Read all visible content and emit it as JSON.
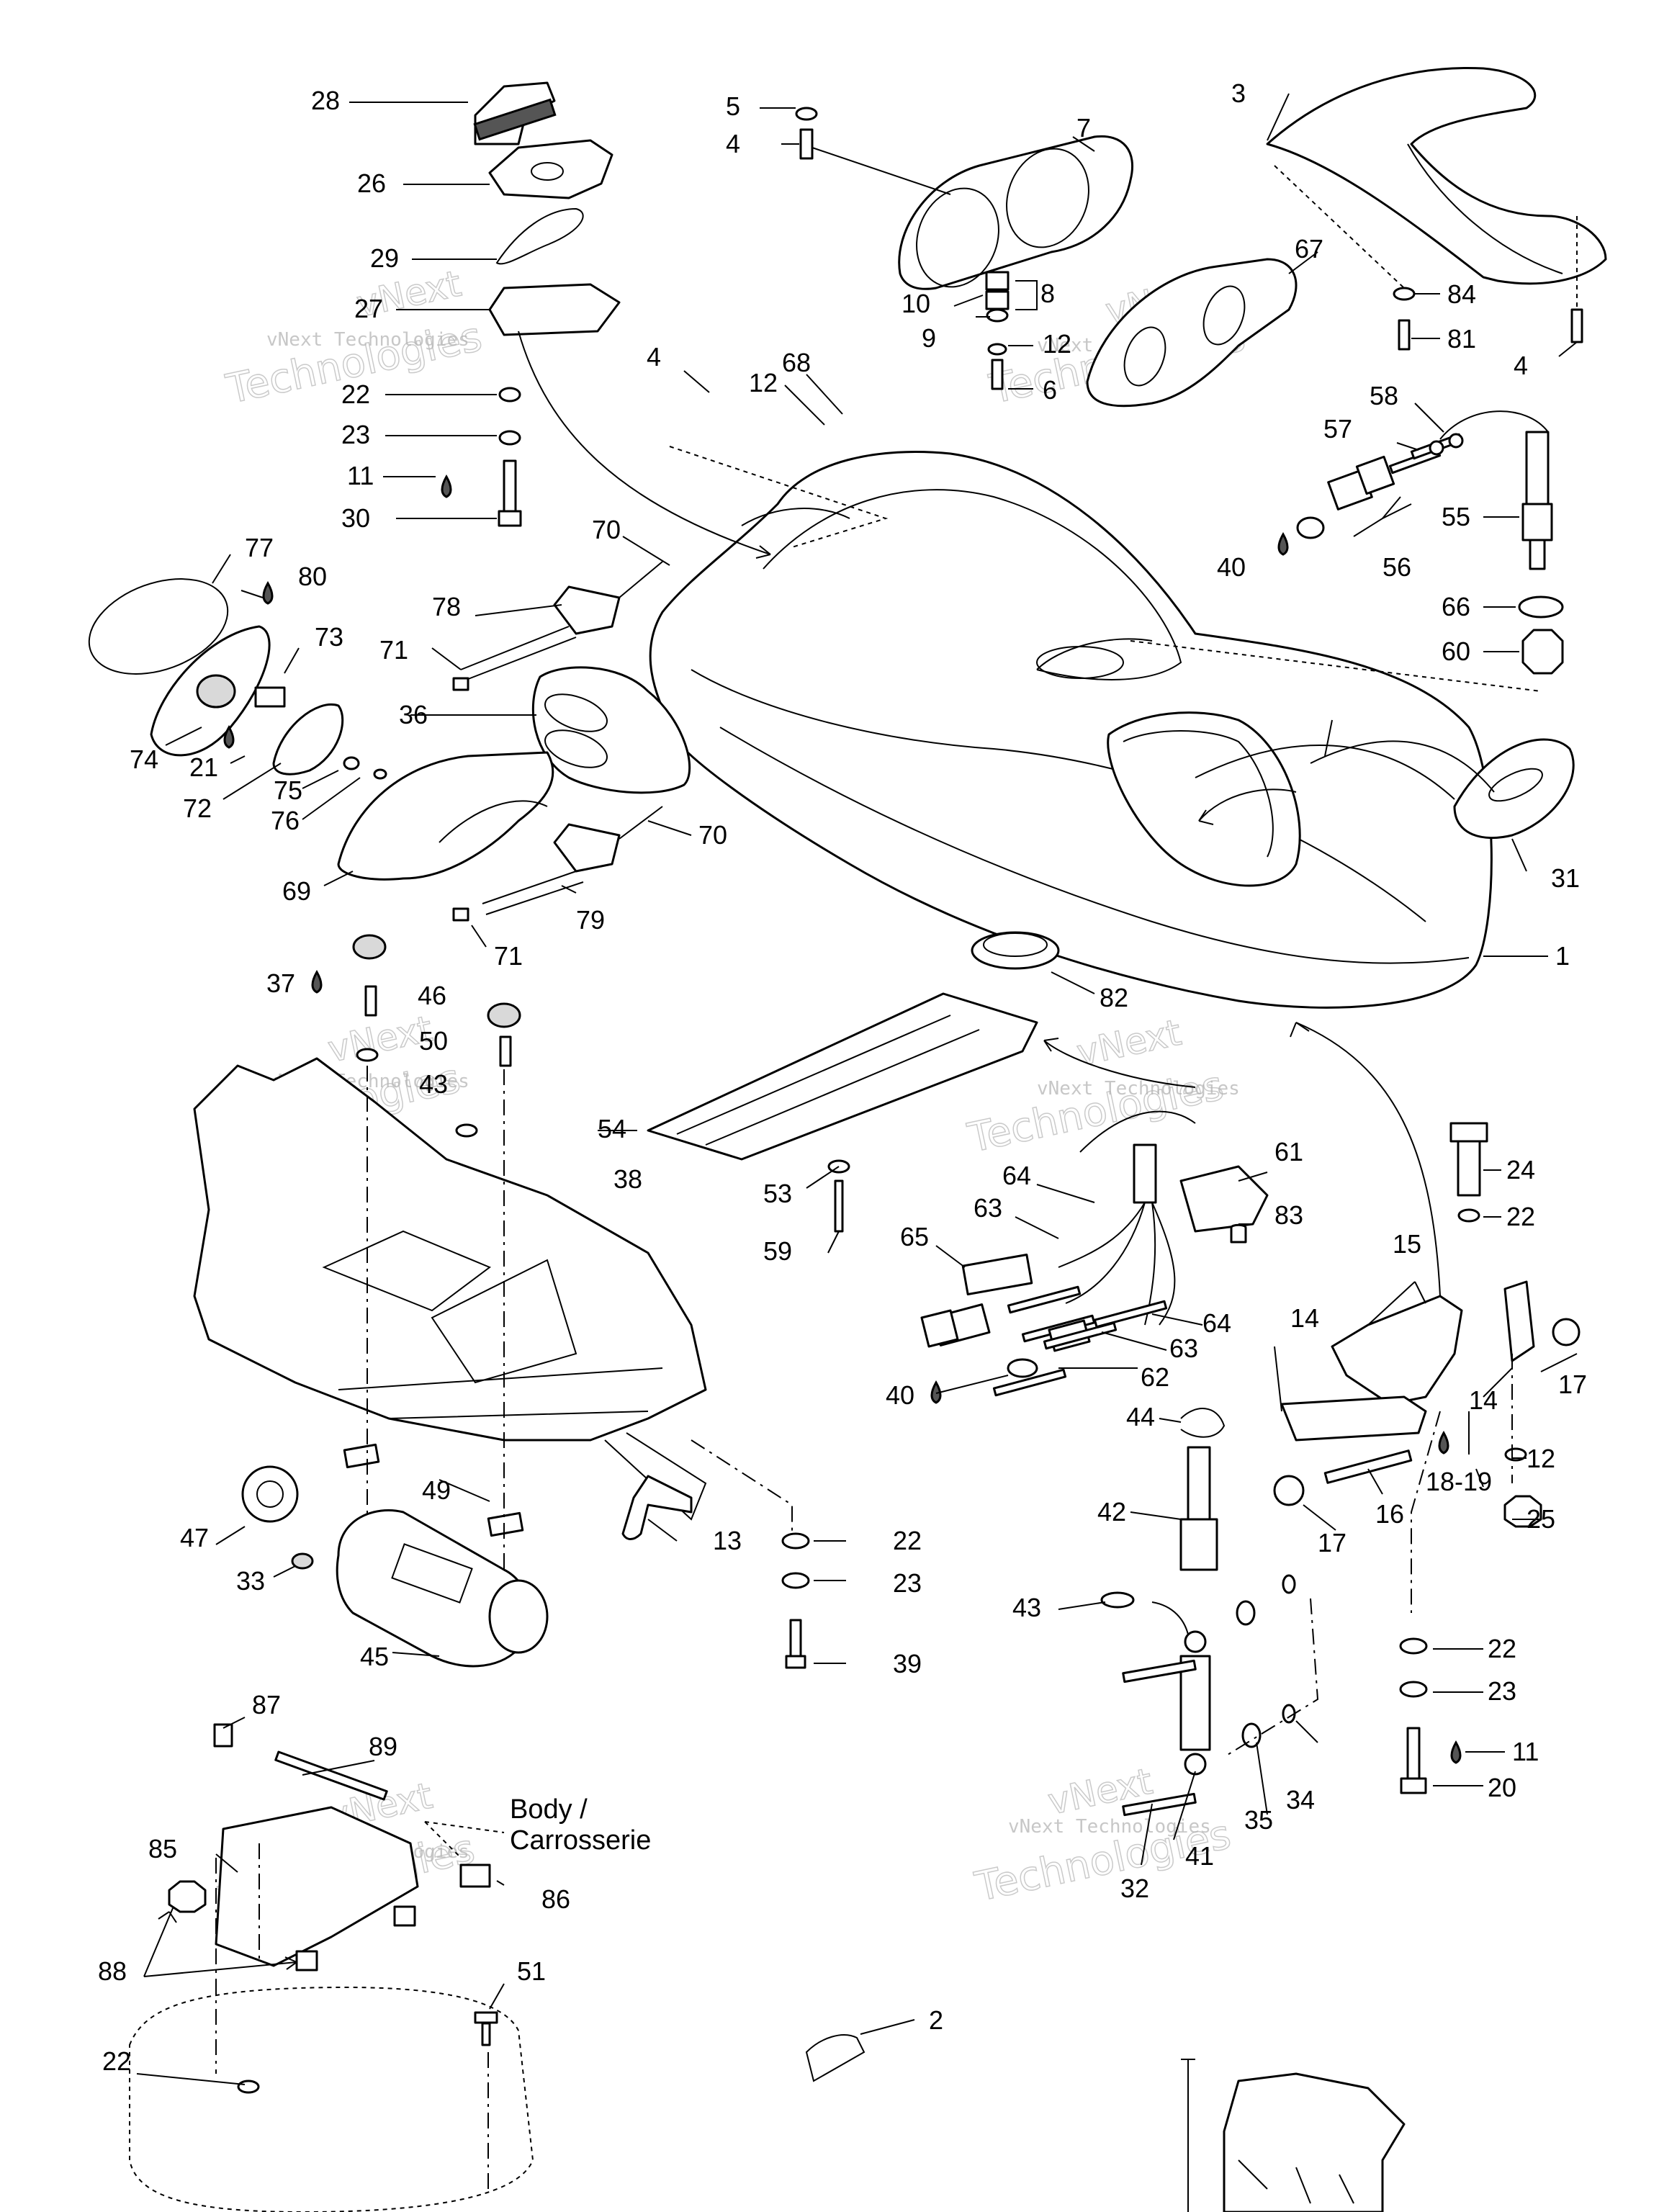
{
  "body_label_line1": "Body /",
  "body_label_line2": "Carrosserie",
  "watermark_line1": "vNext Technologies",
  "watermark_line2": "Technologies",
  "watermark_word": "vNext",
  "callouts": {
    "c1": "1",
    "c2": "2",
    "c3": "3",
    "c4": "4",
    "c5": "5",
    "c6": "6",
    "c7": "7",
    "c8": "8",
    "c9": "9",
    "c10": "10",
    "c11": "11",
    "c12": "12",
    "c13": "13",
    "c14": "14",
    "c15": "15",
    "c16": "16",
    "c17": "17",
    "c1819": "18-19",
    "c20": "20",
    "c21": "21",
    "c22": "22",
    "c23": "23",
    "c24": "24",
    "c25": "25",
    "c26": "26",
    "c27": "27",
    "c28": "28",
    "c29": "29",
    "c30": "30",
    "c31": "31",
    "c32": "32",
    "c33": "33",
    "c34": "34",
    "c35": "35",
    "c36": "36",
    "c37": "37",
    "c38": "38",
    "c39": "39",
    "c40": "40",
    "c41": "41",
    "c42": "42",
    "c43": "43",
    "c44": "44",
    "c45": "45",
    "c46": "46",
    "c47": "47",
    "c49": "49",
    "c50": "50",
    "c51": "51",
    "c53": "53",
    "c54": "54",
    "c55": "55",
    "c56": "56",
    "c57": "57",
    "c58": "58",
    "c59": "59",
    "c60": "60",
    "c61": "61",
    "c62": "62",
    "c63": "63",
    "c64": "64",
    "c65": "65",
    "c66": "66",
    "c67": "67",
    "c68": "68",
    "c69": "69",
    "c70": "70",
    "c71": "71",
    "c72": "72",
    "c73": "73",
    "c74": "74",
    "c75": "75",
    "c76": "76",
    "c77": "77",
    "c78": "78",
    "c79": "79",
    "c80": "80",
    "c81": "81",
    "c82": "82",
    "c83": "83",
    "c84": "84",
    "c85": "85",
    "c86": "86",
    "c87": "87",
    "c88": "88",
    "c89": "89"
  }
}
